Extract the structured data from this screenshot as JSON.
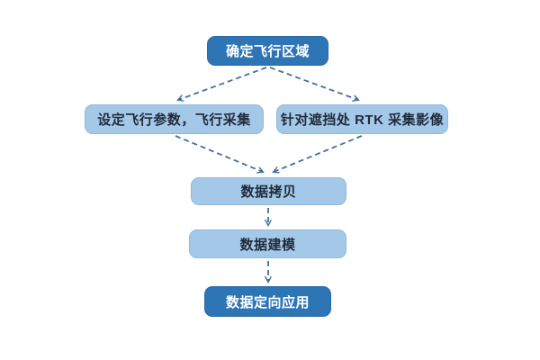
{
  "diagram": {
    "colors": {
      "primary_fill": "#2E75B6",
      "primary_text": "#FFFFFF",
      "secondary_fill": "#A4C8E8",
      "secondary_border": "#8FB9DE",
      "secondary_text": "#1F2B3A",
      "arrow": "#41719C",
      "background": "#FFFFFF"
    },
    "nodes": [
      {
        "id": "define-area",
        "label": "确定飞行区域",
        "type": "primary"
      },
      {
        "id": "set-params",
        "label": "设定飞行参数，飞行采集",
        "type": "secondary"
      },
      {
        "id": "rtk-capture",
        "label": "针对遮挡处 RTK 采集影像",
        "type": "secondary"
      },
      {
        "id": "data-copy",
        "label": "数据拷贝",
        "type": "secondary"
      },
      {
        "id": "data-modeling",
        "label": "数据建模",
        "type": "secondary"
      },
      {
        "id": "data-application",
        "label": "数据定向应用",
        "type": "primary"
      }
    ],
    "edges": [
      {
        "from": "define-area",
        "to": "set-params",
        "style": "dashed"
      },
      {
        "from": "define-area",
        "to": "rtk-capture",
        "style": "dashed"
      },
      {
        "from": "set-params",
        "to": "data-copy",
        "style": "dashed"
      },
      {
        "from": "rtk-capture",
        "to": "data-copy",
        "style": "dashed"
      },
      {
        "from": "data-copy",
        "to": "data-modeling",
        "style": "dashed"
      },
      {
        "from": "data-modeling",
        "to": "data-application",
        "style": "dashed"
      }
    ]
  }
}
